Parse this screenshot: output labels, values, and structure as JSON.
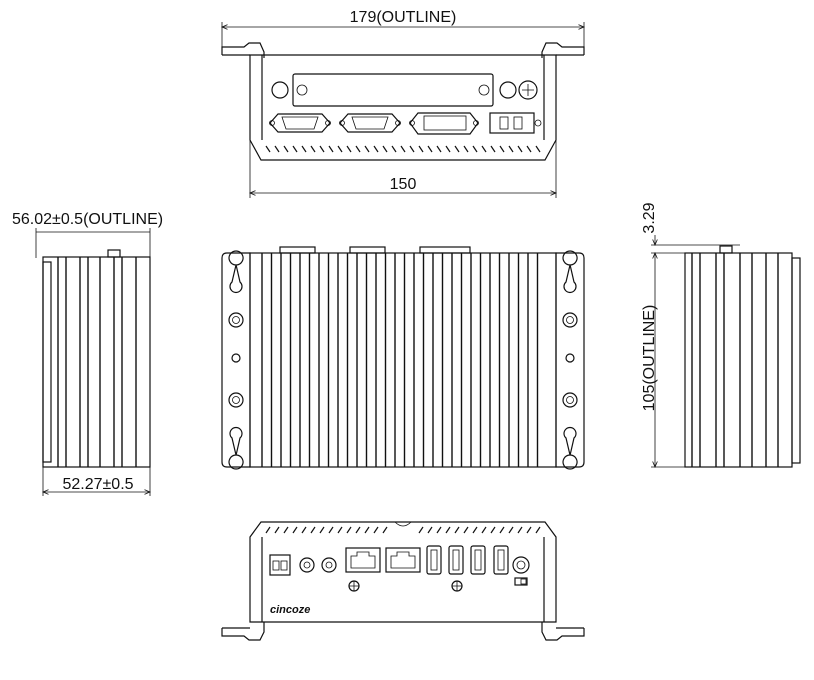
{
  "dimensions": {
    "top_width": "179(OUTLINE)",
    "top_inner": "150",
    "side_depth_outline": "56.02±0.5(OUTLINE)",
    "side_depth": "52.27±0.5",
    "right_offset": "3.29",
    "right_height": "105(OUTLINE)"
  },
  "brand": {
    "logo_text": "cincoze"
  },
  "views": [
    "top-rear-view",
    "left-side-view",
    "front-top-view",
    "right-side-view",
    "front-io-view"
  ]
}
